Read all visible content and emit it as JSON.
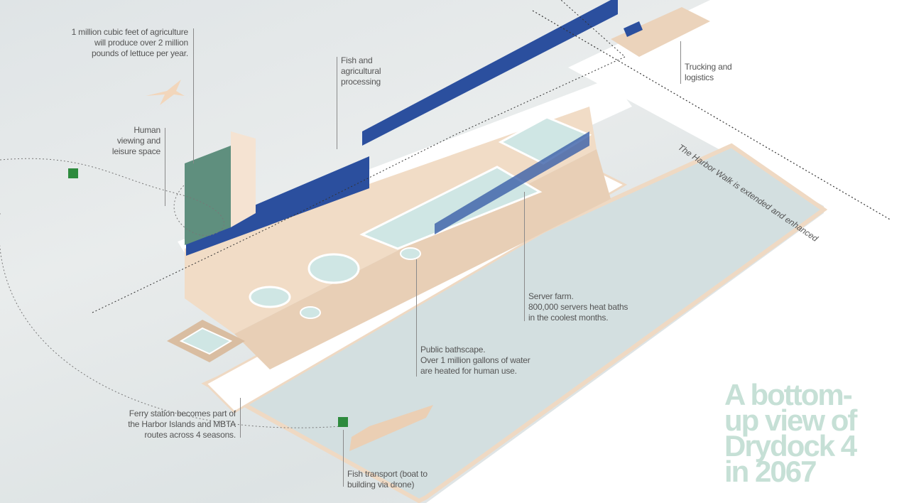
{
  "title": {
    "lines": [
      "A bottom-",
      "up view of",
      "Drydock 4",
      "in 2067"
    ]
  },
  "annotations": {
    "agriculture": [
      "1 million cubic feet of agriculture",
      "will produce over 2 million",
      "pounds of lettuce per year."
    ],
    "fish_processing": [
      "Fish and",
      "agricultural",
      "processing"
    ],
    "human_viewing": [
      "Human",
      "viewing and",
      "leisure  space"
    ],
    "trucking": [
      "Trucking and",
      "logistics"
    ],
    "harbor_walk": "The Harbor Walk is extended and enhanced",
    "server_farm": [
      "Server farm.",
      "800,000 servers heat baths",
      "in the coolest months."
    ],
    "bathscape": [
      "Public bathscape.",
      "Over 1 million gallons of water",
      "are heated for human use."
    ],
    "ferry": [
      "Ferry station becomes part of",
      "the Harbor Islands and MBTA",
      "routes across 4 seasons."
    ],
    "fish_transport": [
      "Fish transport (boat to",
      "building via drone)"
    ]
  },
  "colors": {
    "title": "#c6e0d6",
    "slab": "#efd9c3",
    "water": "#cfdcdc",
    "solar": "#2b4f9e",
    "drone": "#2e8b3e"
  }
}
